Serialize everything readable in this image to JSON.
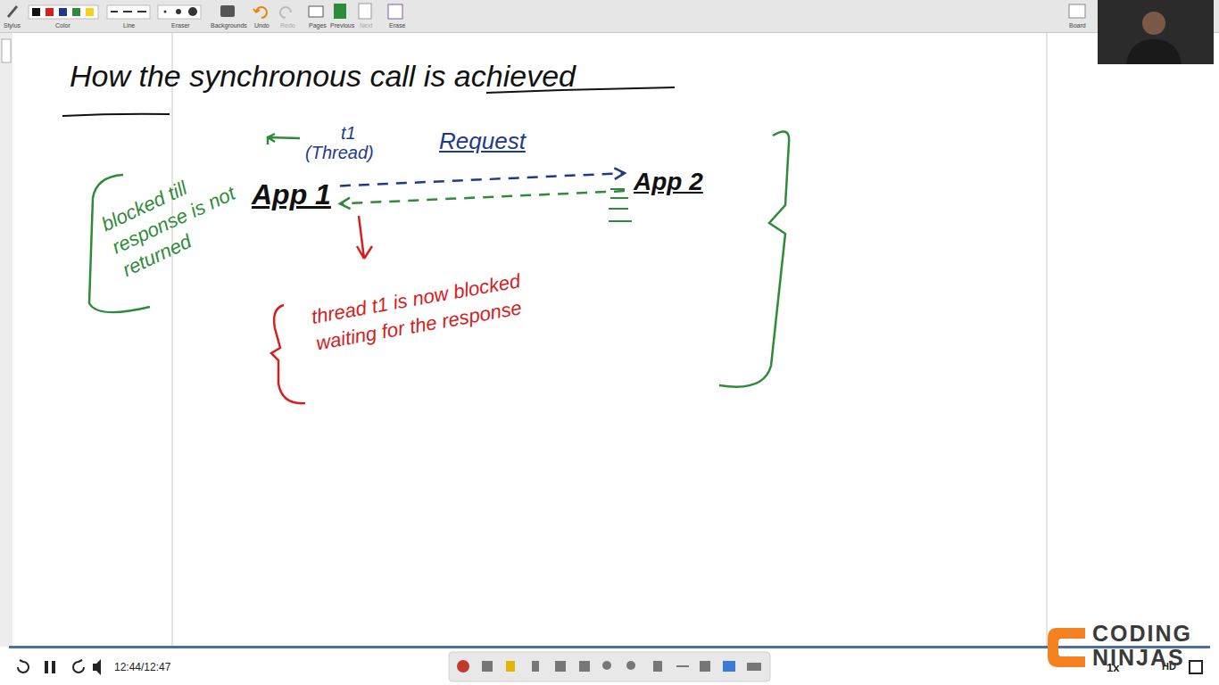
{
  "diagram": {
    "title": "How the synchronous call is achieved",
    "nodes": [
      {
        "text": [
          "App 1"
        ]
      },
      {
        "text": [
          "App 2"
        ]
      }
    ],
    "edges": [
      {
        "from": 0,
        "to": 1,
        "label": "Request",
        "arrow": "to"
      },
      {
        "from": 1,
        "to": 0,
        "arrow": "to"
      }
    ],
    "labels": [
      "t1",
      "(Thread)",
      "blocked till response is not returned",
      "thread t1 is now blocked waiting for the response",
      "Stylus",
      "Color",
      "Line",
      "Eraser",
      "Backgrounds",
      "Undo",
      "Redo",
      "Pages",
      "Previous",
      "Next",
      "Erase",
      "Board",
      "12:44/12:47",
      "1x",
      "HD",
      "CODING NINJAS"
    ]
  }
}
